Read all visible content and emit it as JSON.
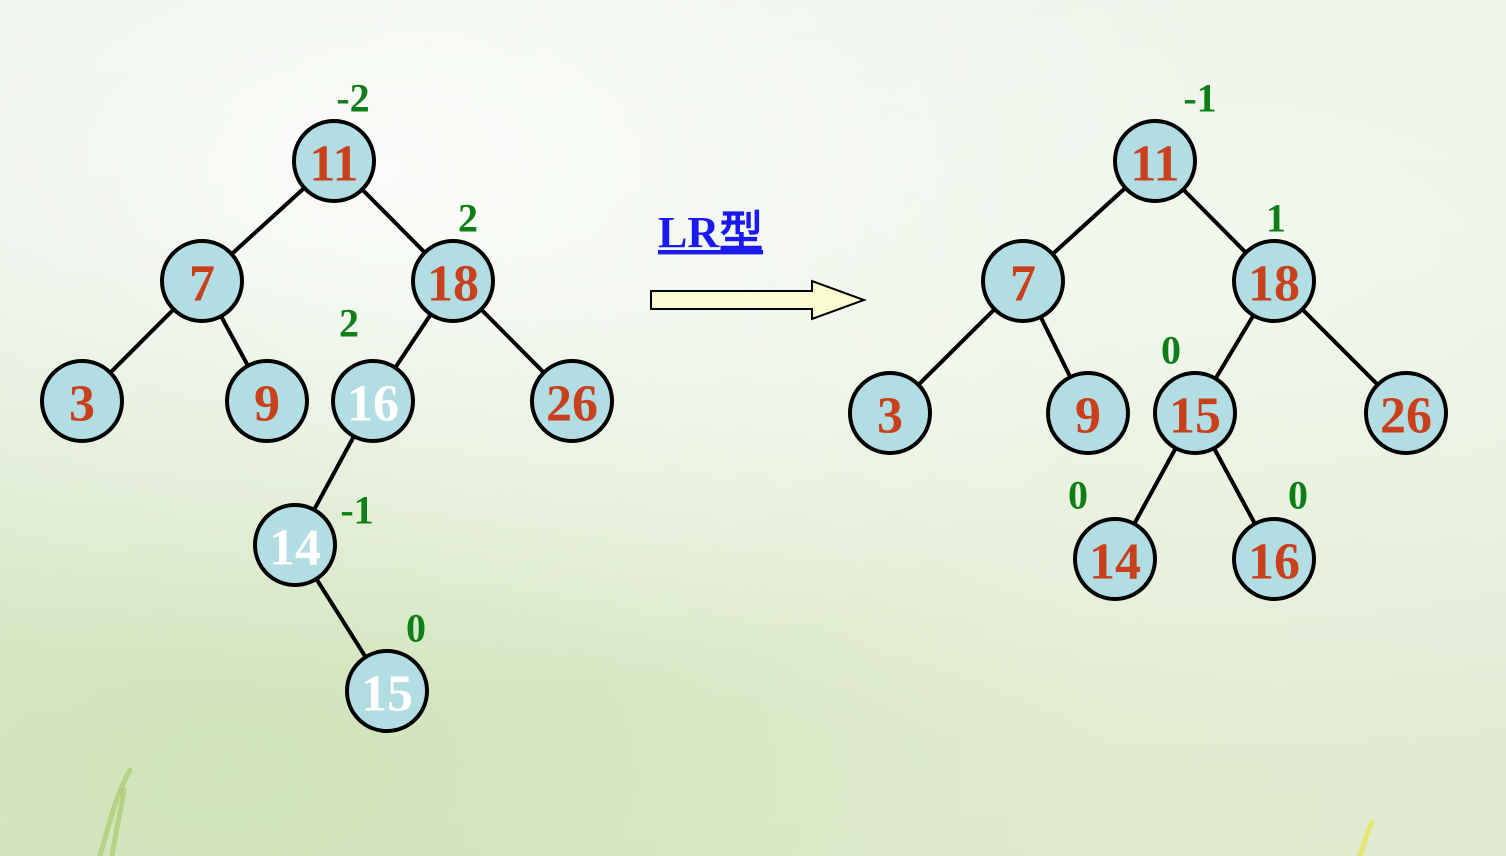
{
  "colors": {
    "node_fill": "#b2dde3",
    "label_red": "#c8401c",
    "label_white": "#ffffff",
    "balance_green": "#0e7f16",
    "title_blue": "#1a1af0",
    "arrow_fill": "#fbfbd2"
  },
  "rotation_title": "LR型",
  "before": {
    "nodes": [
      {
        "id": "b11",
        "label": "11",
        "color": "red",
        "bf": "-2"
      },
      {
        "id": "b7",
        "label": "7",
        "color": "red",
        "bf": ""
      },
      {
        "id": "b18",
        "label": "18",
        "color": "red",
        "bf": "2"
      },
      {
        "id": "b3",
        "label": "3",
        "color": "red",
        "bf": ""
      },
      {
        "id": "b9",
        "label": "9",
        "color": "red",
        "bf": ""
      },
      {
        "id": "b16",
        "label": "16",
        "color": "white",
        "bf": "2"
      },
      {
        "id": "b26",
        "label": "26",
        "color": "red",
        "bf": ""
      },
      {
        "id": "b14",
        "label": "14",
        "color": "white",
        "bf": "-1"
      },
      {
        "id": "b15",
        "label": "15",
        "color": "white",
        "bf": "0"
      }
    ],
    "edges": [
      [
        "b11",
        "b7"
      ],
      [
        "b11",
        "b18"
      ],
      [
        "b7",
        "b3"
      ],
      [
        "b7",
        "b9"
      ],
      [
        "b18",
        "b16"
      ],
      [
        "b18",
        "b26"
      ],
      [
        "b16",
        "b14"
      ],
      [
        "b14",
        "b15"
      ]
    ]
  },
  "after": {
    "nodes": [
      {
        "id": "a11",
        "label": "11",
        "color": "red",
        "bf": "-1"
      },
      {
        "id": "a7",
        "label": "7",
        "color": "red",
        "bf": ""
      },
      {
        "id": "a18",
        "label": "18",
        "color": "red",
        "bf": "1"
      },
      {
        "id": "a3",
        "label": "3",
        "color": "red",
        "bf": ""
      },
      {
        "id": "a9",
        "label": "9",
        "color": "red",
        "bf": ""
      },
      {
        "id": "a15",
        "label": "15",
        "color": "red",
        "bf": "0"
      },
      {
        "id": "a26",
        "label": "26",
        "color": "red",
        "bf": ""
      },
      {
        "id": "a14",
        "label": "14",
        "color": "red",
        "bf": "0"
      },
      {
        "id": "a16",
        "label": "16",
        "color": "red",
        "bf": "0"
      }
    ],
    "edges": [
      [
        "a11",
        "a7"
      ],
      [
        "a11",
        "a18"
      ],
      [
        "a7",
        "a3"
      ],
      [
        "a7",
        "a9"
      ],
      [
        "a18",
        "a15"
      ],
      [
        "a18",
        "a26"
      ],
      [
        "a15",
        "a14"
      ],
      [
        "a15",
        "a16"
      ]
    ]
  }
}
